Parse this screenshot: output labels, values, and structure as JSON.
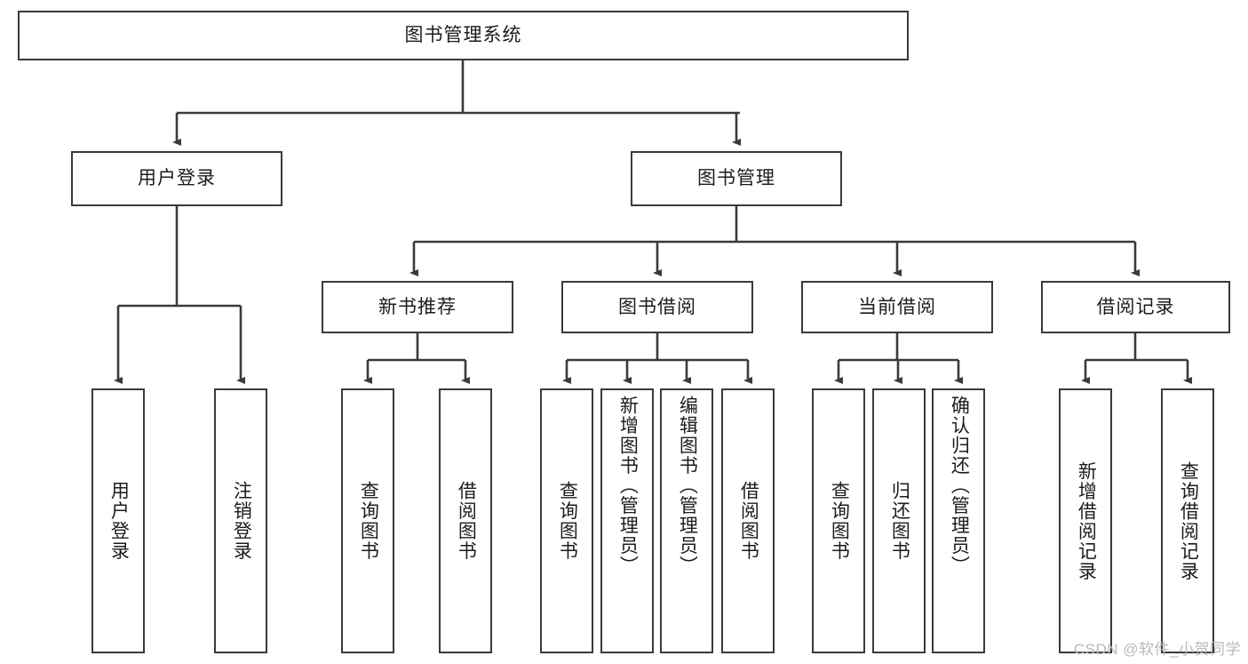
{
  "diagram": {
    "title": "图书管理系统",
    "type": "tree",
    "root": {
      "id": "root",
      "label": "图书管理系统"
    },
    "level2": [
      {
        "id": "user-login",
        "label": "用户登录"
      },
      {
        "id": "book-manage",
        "label": "图书管理"
      }
    ],
    "level3": [
      {
        "id": "new-book-recommend",
        "label": "新书推荐",
        "parent": "book-manage"
      },
      {
        "id": "book-borrow",
        "label": "图书借阅",
        "parent": "book-manage"
      },
      {
        "id": "current-borrow",
        "label": "当前借阅",
        "parent": "book-manage"
      },
      {
        "id": "borrow-record",
        "label": "借阅记录",
        "parent": "book-manage"
      }
    ],
    "leaves": [
      {
        "id": "leaf-user-login",
        "label": "用户登录",
        "parent": "user-login"
      },
      {
        "id": "leaf-logout-login",
        "label": "注销登录",
        "parent": "user-login"
      },
      {
        "id": "leaf-query-book-1",
        "label": "查询图书",
        "parent": "new-book-recommend"
      },
      {
        "id": "leaf-borrow-book-1",
        "label": "借阅图书",
        "parent": "new-book-recommend"
      },
      {
        "id": "leaf-query-book-2",
        "label": "查询图书",
        "parent": "book-borrow"
      },
      {
        "id": "leaf-add-book",
        "label": "新增图书（管理员）",
        "parent": "book-borrow"
      },
      {
        "id": "leaf-edit-book",
        "label": "编辑图书（管理员）",
        "parent": "book-borrow"
      },
      {
        "id": "leaf-borrow-book-2",
        "label": "借阅图书",
        "parent": "book-borrow"
      },
      {
        "id": "leaf-query-book-3",
        "label": "查询图书",
        "parent": "current-borrow"
      },
      {
        "id": "leaf-return-book",
        "label": "归还图书",
        "parent": "current-borrow"
      },
      {
        "id": "leaf-confirm-return",
        "label": "确认归还（管理员）",
        "parent": "current-borrow"
      },
      {
        "id": "leaf-add-record",
        "label": "新增借阅记录",
        "parent": "borrow-record"
      },
      {
        "id": "leaf-query-record",
        "label": "查询借阅记录",
        "parent": "borrow-record"
      }
    ],
    "colors": {
      "stroke": "#3a3a3a",
      "fill": "#ffffff",
      "text": "#1c1c1c",
      "watermark": "#b9b9b9"
    }
  },
  "watermark": {
    "text": "CSDN @软件_小贺同学"
  }
}
